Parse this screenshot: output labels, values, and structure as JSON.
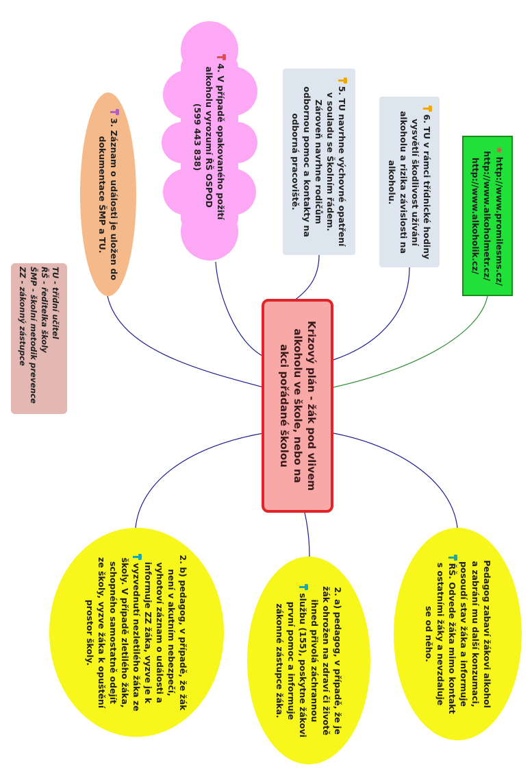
{
  "central": {
    "lines": [
      "Krizový plán - žák pod vlivem",
      "alkoholu ve škole, nebo na",
      "akci pořádané školou"
    ],
    "fill": "#f9a8a8",
    "border": "#e0242a"
  },
  "legend": {
    "lines": [
      "TU - třídní učitel",
      "ŘŠ - ředitelka školy",
      "ŠMP - školní metodik prevence",
      "ZZ - zákonný zástupce"
    ],
    "fill": "#e3b7b2"
  },
  "step3": {
    "marker": "pushpin-icon",
    "marker_color": "#b15bd6",
    "lines": [
      "3. Záznam o události je uložen do",
      "dokumentace ŠMP a TU."
    ],
    "fill": "#f5b98a"
  },
  "step4": {
    "marker": "pushpin-icon",
    "marker_color": "#e34c4c",
    "lines": [
      "4. V případě opakovaného požití",
      "alkoholu vyrozumí ŘŠ OSPOD",
      "(599 443 838)"
    ],
    "fill": "#fca8f5"
  },
  "step5": {
    "marker": "pushpin-icon",
    "marker_color": "#f0a800",
    "lines": [
      "5. TU navrhne výchovné opatření",
      "v souladu se Školním řádem.",
      "Zároveň navrhne rodičům",
      "odbornou pomoc a kontakty na",
      "odborná pracoviště."
    ],
    "fill": "#dde6ef"
  },
  "step6": {
    "marker": "pushpin-icon",
    "marker_color": "#f0a800",
    "lines": [
      "6. TU v rámci třídnické hodiny",
      "vysvětlí škodlivost užívání",
      "alkoholu a rizika závislosti na",
      "alkoholu."
    ],
    "fill": "#dde6ef"
  },
  "links": {
    "marker": "star-icon",
    "marker_color": "#d9534f",
    "lines": [
      "http://www.promilesms.cz/",
      "http://www.alkoholmetr.cz/",
      "http://www.alkoholik.cz/"
    ],
    "fill": "#22e03a",
    "border": "#1a8a1a"
  },
  "step1": {
    "marker": "pushpin-icon",
    "marker_color": "#1aa8b0",
    "lines": [
      "Pedagog zabaví žákovi alkohol",
      "a zabrání mu další konzumaci,",
      "posoudí stav žáka a informuje",
      "ŘŠ. Odvede žáka mimo kontakt",
      "s ostatními žáky a nevzdaluje",
      "se od něho."
    ],
    "fill": "#f7f71c"
  },
  "step2a": {
    "marker": "pushpin-icon",
    "marker_color": "#1aa8b0",
    "lines": [
      "2. a) pedagog, v případě, že je",
      "žák ohrožen na zdraví či životě",
      "ihned přivolá záchrannou",
      "službu (155), poskytne žákovi",
      "první pomoc a informuje",
      "zákonné zástupce žáka."
    ],
    "fill": "#f7f71c"
  },
  "step2b": {
    "marker": "pushpin-icon",
    "marker_color": "#1aa8b0",
    "lines": [
      "2. b) pedagog, v případě, že žák",
      "není v akutním nebezpečí,",
      "vyhotoví záznam o události a",
      "informuje ZZ žáka, vyzve je k",
      "vyzvednutí nezletilého žáka ze",
      "školy. V případě zletilého žáka,",
      "schopného samostatně odejít",
      "ze školy, vyzve žáka k opuštění",
      "prostor školy."
    ],
    "fill": "#f7f71c"
  },
  "colors": {
    "link_blue": "#1b1b8f",
    "link_green": "#2a8a2a"
  }
}
